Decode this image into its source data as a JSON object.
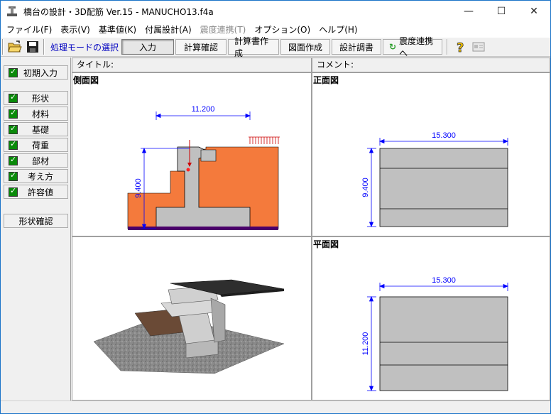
{
  "window": {
    "title": "橋台の設計・3D配筋 Ver.15 - MANUCHO13.f4a",
    "minimize": "—",
    "maximize": "☐",
    "close": "✕"
  },
  "menu": [
    {
      "label": "ファイル(F)",
      "enabled": true
    },
    {
      "label": "表示(V)",
      "enabled": true
    },
    {
      "label": "基準値(K)",
      "enabled": true
    },
    {
      "label": "付属設計(A)",
      "enabled": true
    },
    {
      "label": "震度連携(T)",
      "enabled": false
    },
    {
      "label": "オプション(O)",
      "enabled": true
    },
    {
      "label": "ヘルプ(H)",
      "enabled": true
    }
  ],
  "toolbar": {
    "open_icon": "folder-open-icon",
    "save_icon": "floppy-disk-icon",
    "mode_label": "処理モードの選択",
    "buttons": [
      "入力",
      "計算確認",
      "計算書作成",
      "図面作成",
      "設計調書"
    ],
    "sync_button": "震度連携へ",
    "help_icon": "help-question-icon",
    "extra_icon": "card-icon"
  },
  "left_panel": {
    "initial_input": "初期入力",
    "items": [
      "形状",
      "材料",
      "基礎",
      "荷重",
      "部材",
      "考え方",
      "許容値"
    ],
    "shape_check": "形状確認"
  },
  "header": {
    "title_label": "タイトル:",
    "comment_label": "コメント:"
  },
  "views": {
    "side": {
      "title": "側面図",
      "dim_width": "11.200",
      "dim_height": "9.400"
    },
    "front": {
      "title": "正面図",
      "dim_width": "15.300",
      "dim_height": "9.400"
    },
    "plan": {
      "title": "平面図",
      "dim_width": "15.300",
      "dim_height": "11.200"
    }
  },
  "colors": {
    "soil": "#f47a3c",
    "concrete": "#c0c0c0",
    "dimension": "#0000ff",
    "ground_line": "#4a006a",
    "load": "#cc0000",
    "check_green": "#0a8a0a"
  }
}
